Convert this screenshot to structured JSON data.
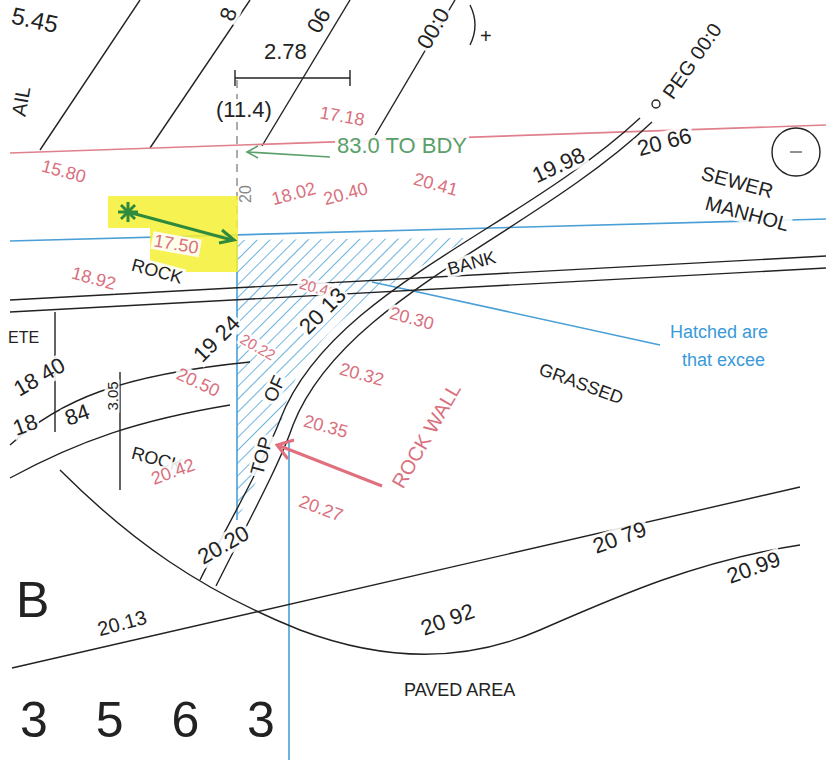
{
  "diagram": {
    "labels": [
      "5.45",
      "AIL",
      "8",
      "06",
      "00:0",
      "PEG 00:0",
      "+",
      "2.78",
      "(11.4)",
      "17.18",
      "83.0 TO BDY",
      "15.80",
      "20",
      "18.02",
      "20.40",
      "20.41",
      "19.98",
      "20 66",
      "SEWER",
      "MANHOL",
      "17.50",
      "ROCK",
      "BANK",
      "18.92",
      "20.48",
      "19 24",
      "20 13",
      "20.30",
      "Hatched are",
      "that excee",
      "ETE",
      "18 40",
      "3.05",
      "20.22",
      "20.50",
      "20.32",
      "ROCK WALL",
      "GRASSED",
      "OF",
      "TOP",
      "20.35",
      "18",
      "84",
      "ROCK",
      "20.42",
      "20.27",
      "20.20",
      "B",
      "20.13",
      "20 92",
      "20 79",
      "20.99",
      "3 5 6 3",
      "PAVED AREA"
    ]
  }
}
